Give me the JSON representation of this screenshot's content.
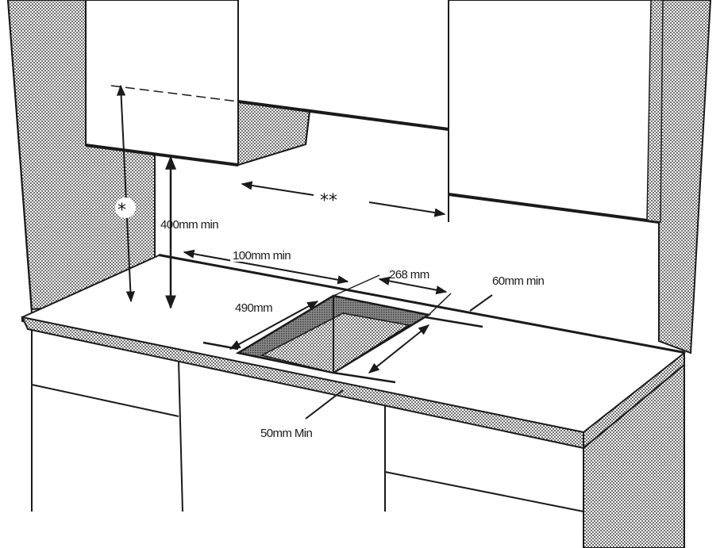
{
  "labels": {
    "side_clearance": "400mm min",
    "back_clearance": "100mm min",
    "cutout_depth": "268 mm",
    "front_clearance": "60mm min",
    "cutout_width": "490mm",
    "edge_clearance": "50mm Min",
    "note_single": "*",
    "note_double": "**"
  },
  "colors": {
    "line": "#1a1a1a",
    "shade": "#bdbdbd",
    "dark_shade": "#8a8a8a",
    "background": "#ffffff"
  }
}
